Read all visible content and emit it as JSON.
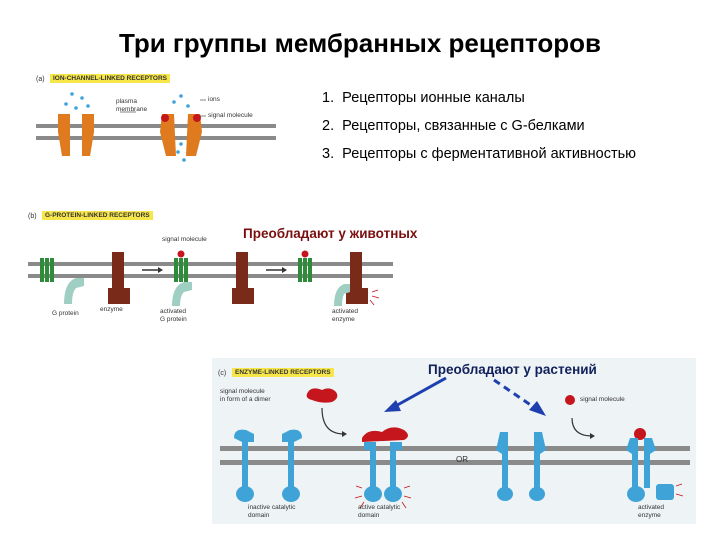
{
  "title": "Три группы мембранных рецепторов",
  "groups": [
    {
      "num": "1.",
      "text": "Рецепторы ионные каналы"
    },
    {
      "num": "2.",
      "text": "Рецепторы, связанные с G-белками"
    },
    {
      "num": "3.",
      "text": "Рецепторы с ферментативной активностью"
    }
  ],
  "notes": {
    "animals": "Преобладают у животных",
    "plants": "Преобладают у растений"
  },
  "panel_a": {
    "letter": "(a)",
    "tag": "ION-CHANNEL-LINKED RECEPTORS",
    "labels": {
      "membrane": "plasma\nmembrane",
      "ions": "ions",
      "signal": "signal molecule"
    }
  },
  "panel_b": {
    "letter": "(b)",
    "tag": "G-PROTEIN-LINKED RECEPTORS",
    "labels": {
      "signal": "signal molecule",
      "gprotein": "G protein",
      "enzyme": "enzyme",
      "activated_g": "activated\nG protein",
      "activated_enzyme": "activated\nenzyme"
    }
  },
  "panel_c": {
    "letter": "(c)",
    "tag": "ENZYME-LINKED RECEPTORS",
    "labels": {
      "dimer": "signal molecule\nin form of a dimer",
      "signal": "signal molecule",
      "inactive": "inactive catalytic\ndomain",
      "active": "active catalytic\ndomain",
      "or": "OR",
      "activated_enzyme": "activated\nenzyme"
    }
  },
  "colors": {
    "membrane": "#8a8a8a",
    "ion_channel": "#e07a1e",
    "receptor_green": "#2e8b3a",
    "enzyme_brown": "#7a2a18",
    "gprotein_teal": "#9fcfc2",
    "receptor_blue": "#3fa3d8",
    "signal_red": "#c4161c",
    "note_red": "#7a0f0f",
    "note_blue": "#10205a",
    "tag_yellow": "#f7e64a",
    "panel_c_bg": "#eef3f6"
  }
}
